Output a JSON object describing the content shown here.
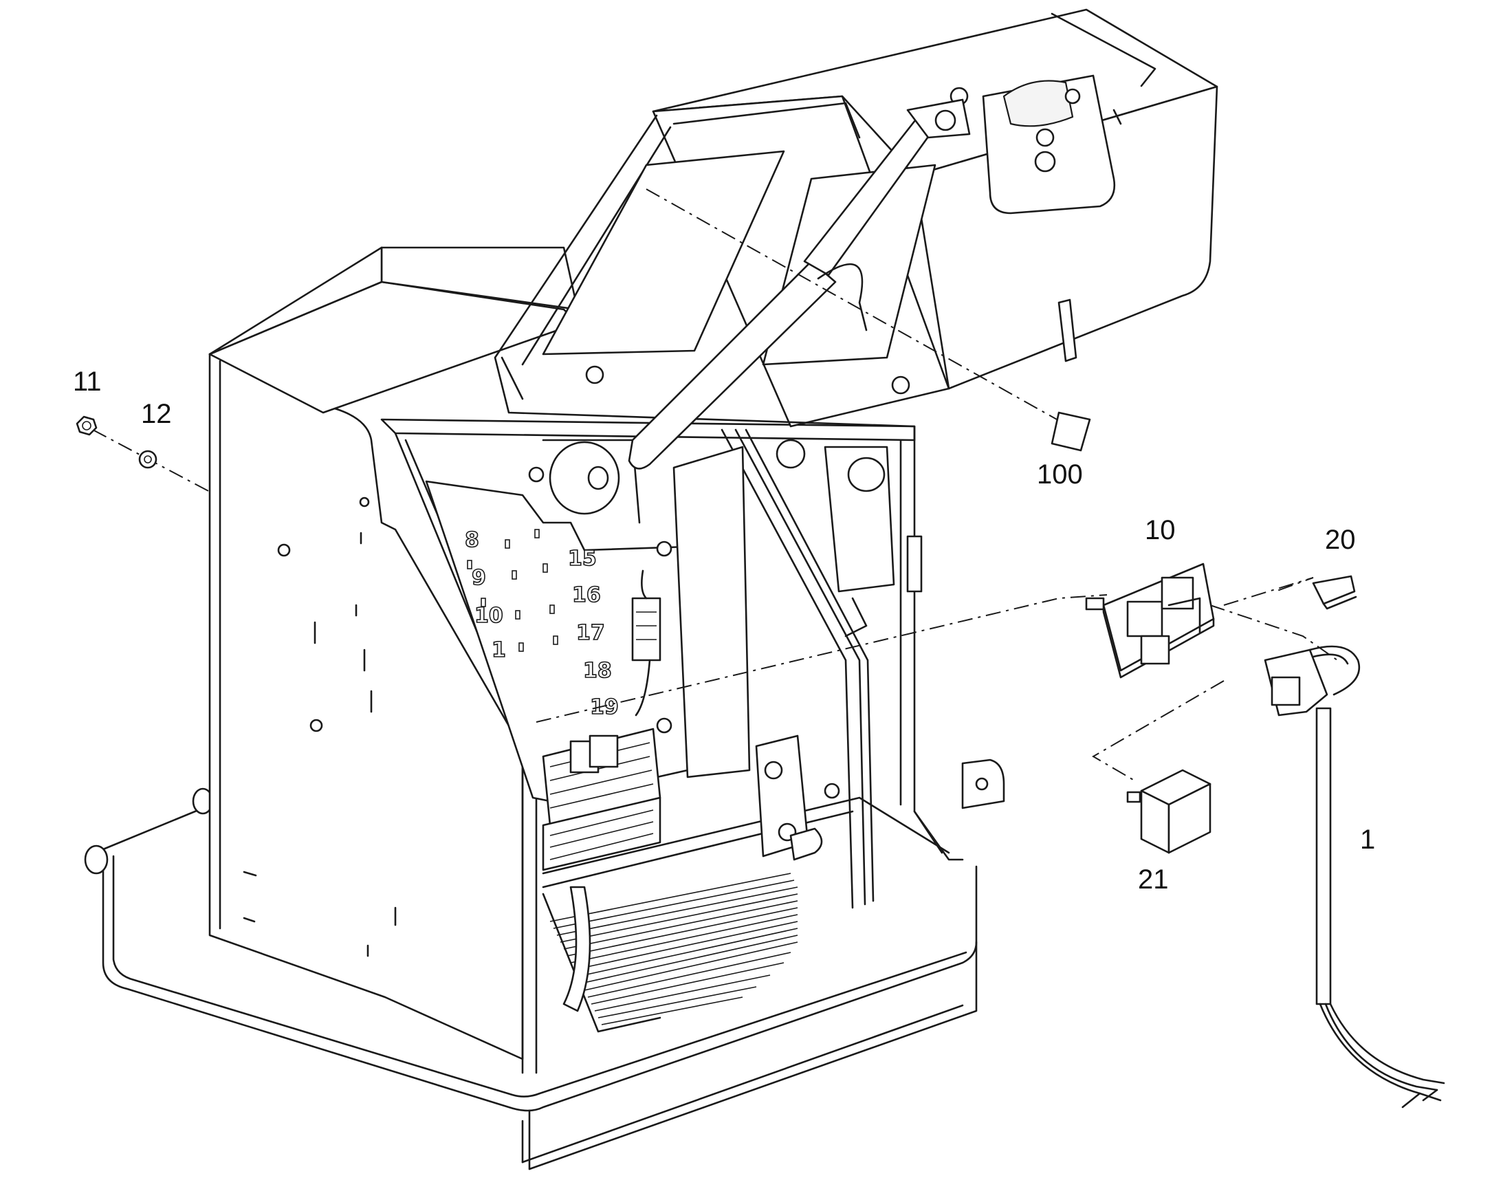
{
  "callouts": {
    "c11": "11",
    "c12": "12",
    "c100": "100",
    "c10": "10",
    "c20": "20",
    "c21": "21",
    "c1": "1"
  },
  "panel_numbers": {
    "n8": "8",
    "n9": "9",
    "n10": "10",
    "n1": "1",
    "n15": "15",
    "n16": "16",
    "n17": "17",
    "n18": "18",
    "n19": "19"
  }
}
